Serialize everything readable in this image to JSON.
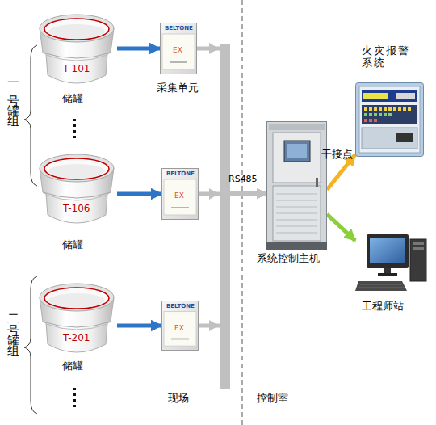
{
  "diagram": {
    "nodes": [
      {
        "text": [
          "T-101",
          "储罐"
        ]
      },
      {
        "text": [
          "BELTONE",
          "EX",
          "采集单元"
        ]
      },
      {
        "text": [
          "T-106",
          "储罐"
        ]
      },
      {
        "text": [
          "BELTONE",
          "EX"
        ]
      },
      {
        "text": [
          "T-201",
          "储罐"
        ]
      },
      {
        "text": [
          "BELTONE",
          "EX"
        ]
      },
      {
        "text": [
          "系统控制主机"
        ]
      },
      {
        "text": [
          "火灾报警系统"
        ]
      },
      {
        "text": [
          "工程师站"
        ]
      }
    ],
    "edges": [
      {
        "from": 0,
        "to": 1,
        "arrow": "to"
      },
      {
        "from": 2,
        "to": 3,
        "arrow": "to"
      },
      {
        "from": 4,
        "to": 5,
        "arrow": "to"
      },
      {
        "from": 1,
        "to": 6,
        "arrow": "to",
        "label": "RS485"
      },
      {
        "from": 3,
        "to": 6,
        "arrow": "to"
      },
      {
        "from": 5,
        "to": 6,
        "arrow": "to"
      },
      {
        "from": 6,
        "to": 7,
        "arrow": "to",
        "label": "干接点"
      },
      {
        "from": 6,
        "to": 8,
        "arrow": "to"
      }
    ],
    "labels": [
      "一号罐组",
      "二号罐组",
      "现场",
      "控制室"
    ]
  }
}
